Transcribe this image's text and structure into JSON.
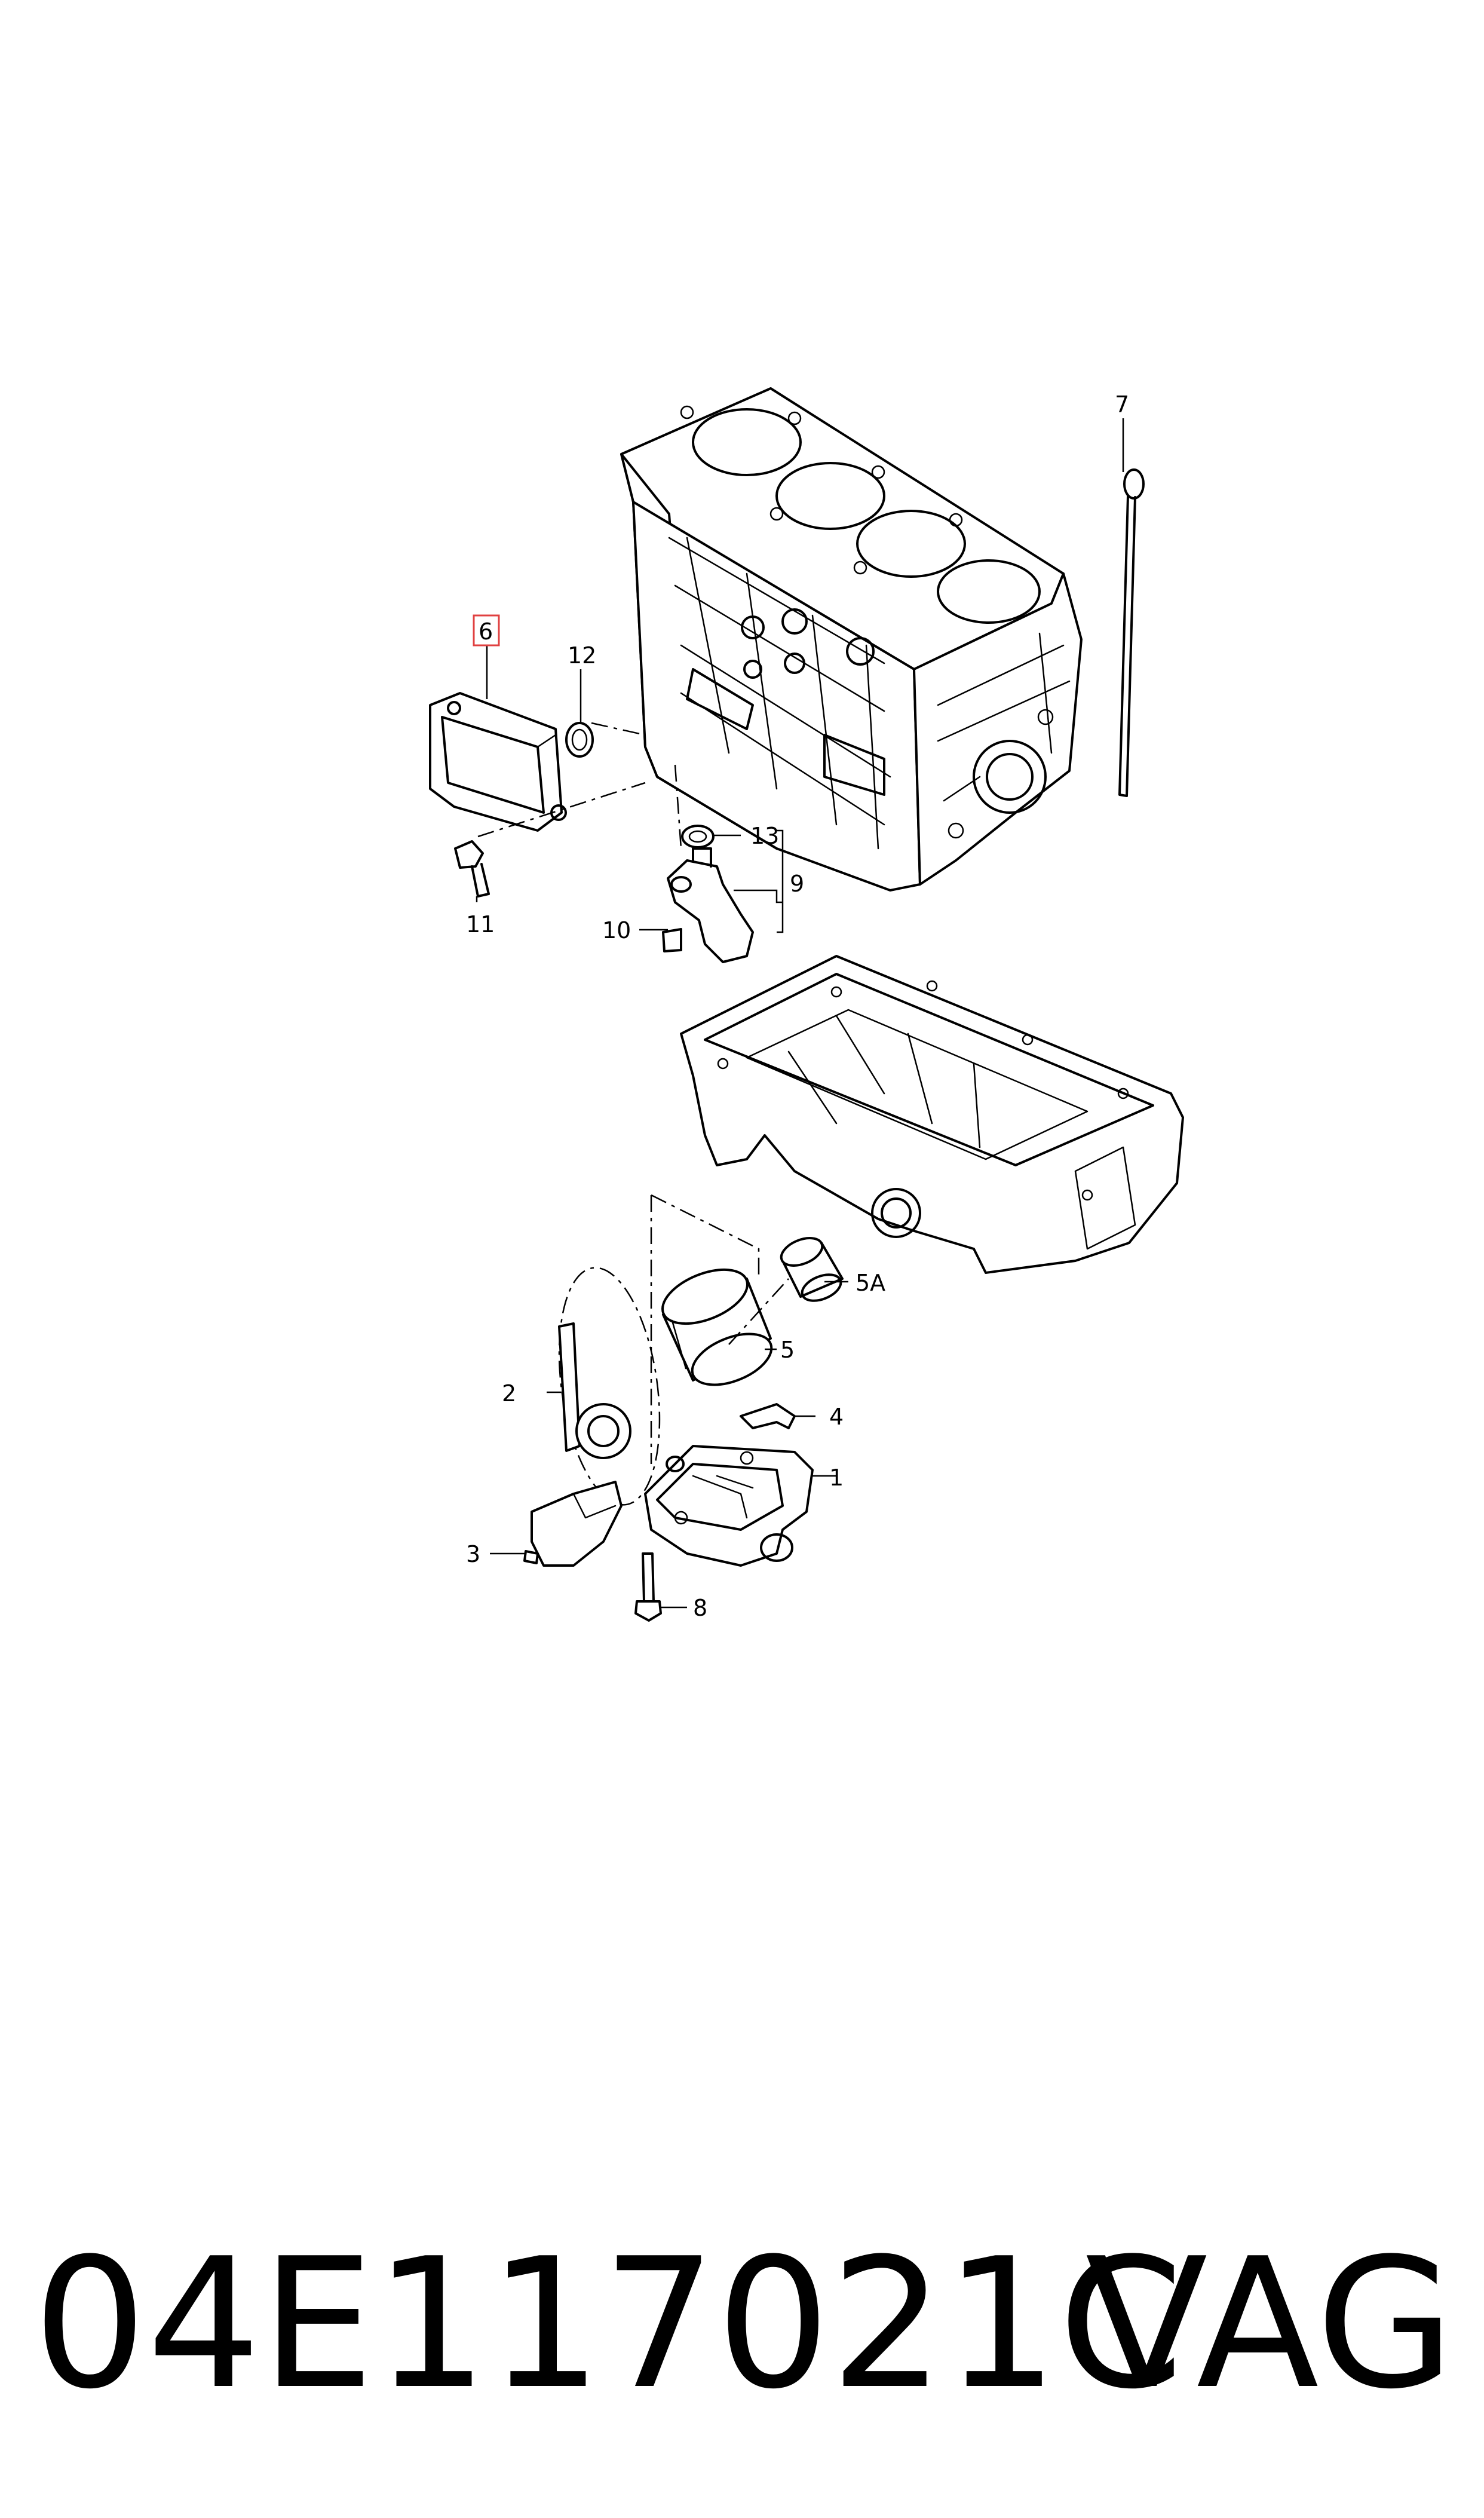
{
  "callouts": [
    {
      "id": "c1",
      "label": "1"
    },
    {
      "id": "c2",
      "label": "2"
    },
    {
      "id": "c3",
      "label": "3"
    },
    {
      "id": "c4",
      "label": "4"
    },
    {
      "id": "c5",
      "label": "5"
    },
    {
      "id": "c5a",
      "label": "5A"
    },
    {
      "id": "c6",
      "label": "6",
      "highlighted": true,
      "highlight_color": "#e04040"
    },
    {
      "id": "c7",
      "label": "7"
    },
    {
      "id": "c8",
      "label": "8"
    },
    {
      "id": "c9",
      "label": "9"
    },
    {
      "id": "c10",
      "label": "10"
    },
    {
      "id": "c11",
      "label": "11"
    },
    {
      "id": "c12",
      "label": "12"
    },
    {
      "id": "c13",
      "label": "13"
    }
  ],
  "footer": {
    "part_number": "04E117021C",
    "brand": "VAG"
  }
}
